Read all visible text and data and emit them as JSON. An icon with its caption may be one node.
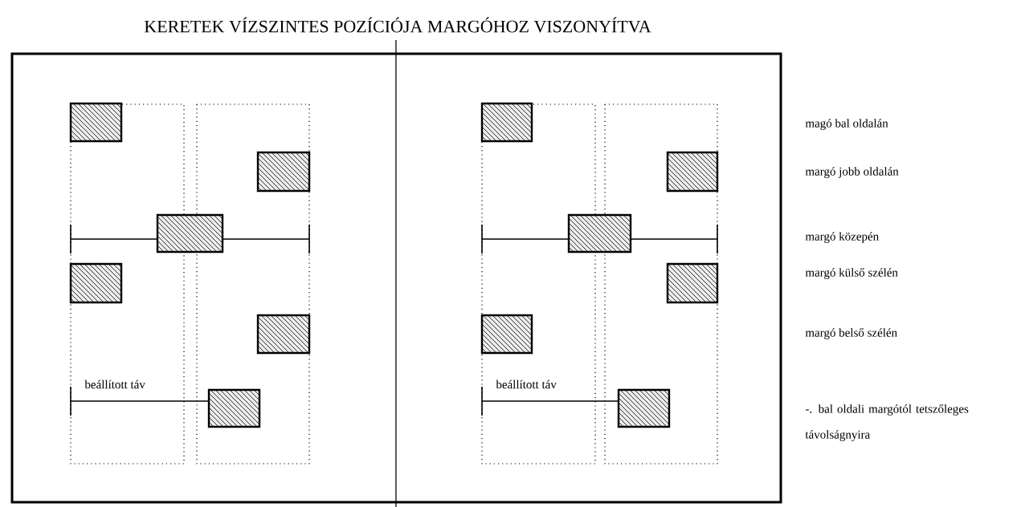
{
  "diagram": {
    "title": "KERETEK VÍZSZINTES POZÍCIÓJA  MARGÓHOZ VISZONYÍTVA",
    "labels": [
      "magó bal oldalán",
      "margó jobb oldalán",
      "margó közepén",
      "margó külső szélén",
      "margó belső szélén",
      "beállított táv",
      "beállított táv",
      "-. bal oldali margótól tetszőleges távolságnyira"
    ]
  }
}
